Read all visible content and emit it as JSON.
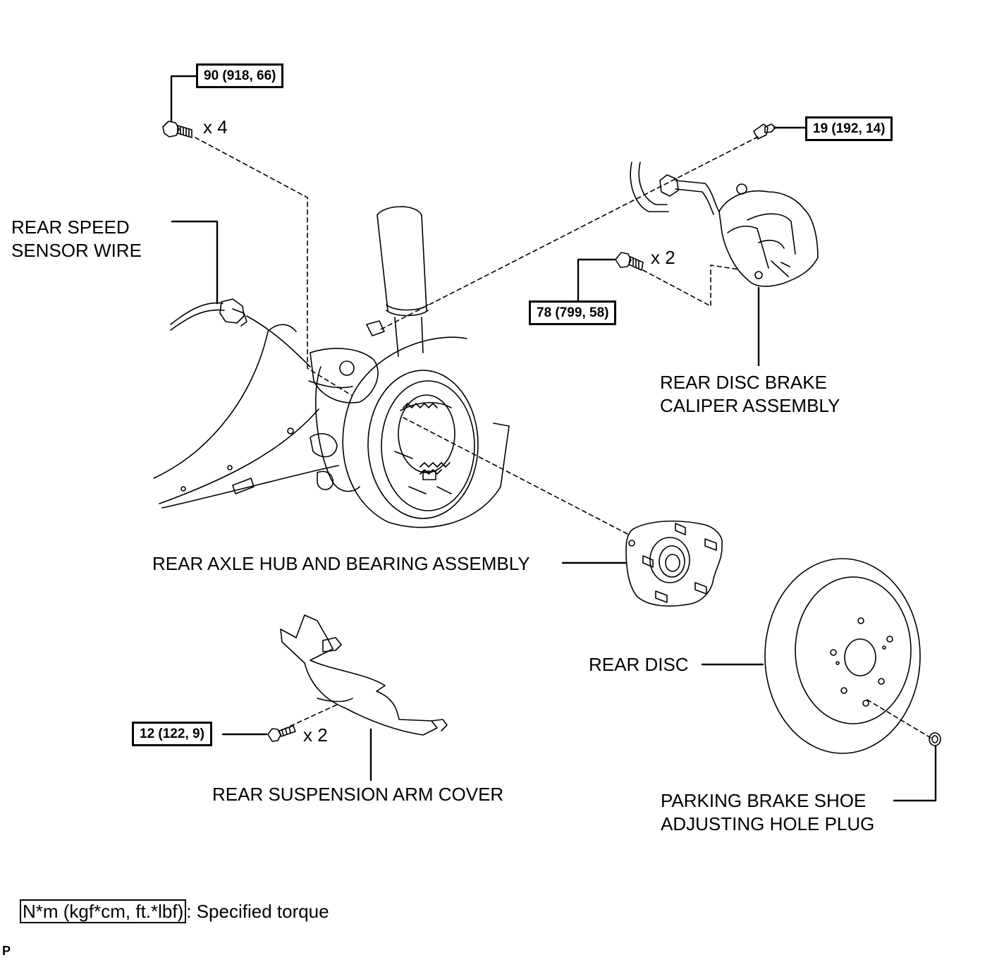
{
  "torque_labels": {
    "knuckle_bolt": "90 (918, 66)",
    "caliper_flex_bolt": "19 (192, 14)",
    "caliper_bolt": "78 (799, 58)",
    "cover_bolt": "12 (122, 9)"
  },
  "quantities": {
    "knuckle_bolt": "x 4",
    "caliper_bolt": "x 2",
    "cover_bolt": "x 2"
  },
  "part_labels": {
    "speed_sensor": [
      "REAR SPEED",
      "SENSOR WIRE"
    ],
    "caliper": [
      "REAR DISC BRAKE",
      "CALIPER ASSEMBLY"
    ],
    "hub": "REAR AXLE HUB AND BEARING ASSEMBLY",
    "disc": "REAR DISC",
    "arm_cover": "REAR SUSPENSION ARM COVER",
    "hole_plug": [
      "PARKING BRAKE SHOE",
      "ADJUSTING HOLE PLUG"
    ]
  },
  "legend": {
    "unit": "N*m (kgf*cm, ft.*lbf)",
    "text": ": Specified torque"
  },
  "page_mark": "P"
}
